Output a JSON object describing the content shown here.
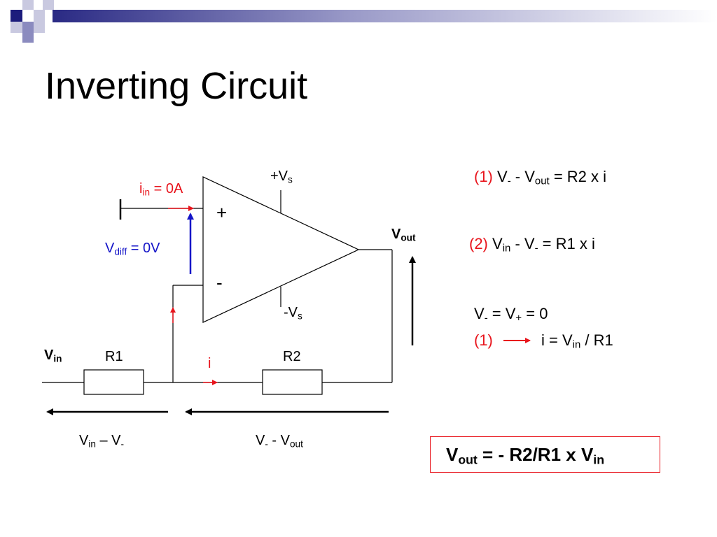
{
  "slide": {
    "title": "Inverting Circuit"
  },
  "circuit": {
    "supply_pos": {
      "prefix": "+V",
      "sub": "s"
    },
    "supply_neg": {
      "prefix": "-V",
      "sub": "s"
    },
    "plus_sign": "+",
    "minus_sign": "-",
    "vout_label": {
      "main": "V",
      "sub": "out"
    },
    "vin_label": {
      "main": "V",
      "sub": "in"
    },
    "r1": "R1",
    "r2": "R2",
    "current_i": "i",
    "iin_label": {
      "main": "i",
      "sub": "in",
      "rest": " = 0A"
    },
    "vdiff_label": {
      "main": "V",
      "sub": "diff",
      "rest": " = 0V"
    },
    "drop_r1": {
      "a": "V",
      "a_sub": "in",
      "mid": " – V",
      "b_sub": "-"
    },
    "drop_r2": {
      "a": "V",
      "a_sub": "-",
      "mid": " - V",
      "b_sub": "out"
    }
  },
  "equations": {
    "eq1": {
      "num": "(1)",
      "t1": " V",
      "s1": "-",
      "t2": " - V",
      "s2": "out",
      "t3": " = R2 x i"
    },
    "eq2": {
      "num": "(2)",
      "t1": " V",
      "s1": "in",
      "t2": " - V",
      "s2": "-",
      "t3": " = R1 x i"
    },
    "eq3": {
      "t1": "V",
      "s1": "-",
      "t2": " = V",
      "s2": "+",
      "t3": " = 0"
    },
    "eq4": {
      "num": "(1)",
      "t1": "i = V",
      "s1": "in",
      "t2": " / R1"
    }
  },
  "result": {
    "a": "V",
    "a_sub": "out",
    "mid": " = - R2/R1 x V",
    "b_sub": "in"
  },
  "colors": {
    "red": "#e8141c",
    "blue": "#1414c8",
    "deco_dark": "#1c1c7c",
    "deco_mid": "#8b8bbf",
    "deco_light": "#c9c9e0"
  }
}
